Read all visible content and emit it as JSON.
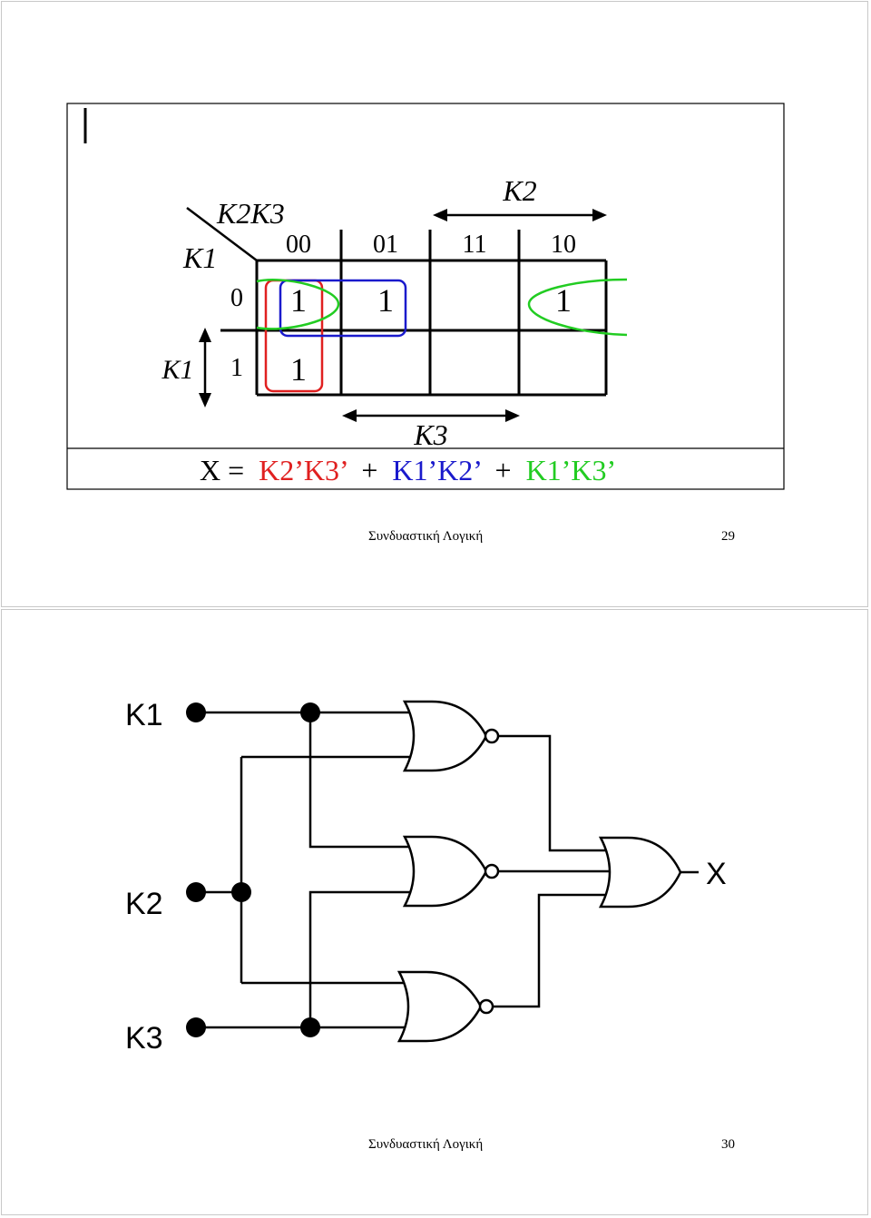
{
  "slide1": {
    "kmap": {
      "corner_cols_label": "K2K3",
      "corner_rows_label": "K1",
      "col_headers": [
        "00",
        "01",
        "11",
        "10"
      ],
      "row_headers": [
        "0",
        "1"
      ],
      "cells": [
        [
          "1",
          "1",
          "",
          "1"
        ],
        [
          "1",
          "",
          "",
          ""
        ]
      ],
      "k2_label": "K2",
      "k3_label": "K3",
      "k1_side_label": "K1"
    },
    "equation": {
      "lhs": "X =",
      "term1": "K2’K3’",
      "plus1": "+",
      "term2": "K1’K2’",
      "plus2": "+",
      "term3": "K1’K3’"
    },
    "colors": {
      "term1": "#e02020",
      "term2": "#1a1acc",
      "term3": "#22cc22"
    },
    "footer": {
      "title": "Συνδυαστική Λογική",
      "page": "29"
    }
  },
  "slide2": {
    "circuit": {
      "inputs": [
        "K1",
        "K2",
        "K3"
      ],
      "output": "X",
      "gate_type": "nor-into-or"
    },
    "footer": {
      "title": "Συνδυαστική Λογική",
      "page": "30"
    }
  }
}
